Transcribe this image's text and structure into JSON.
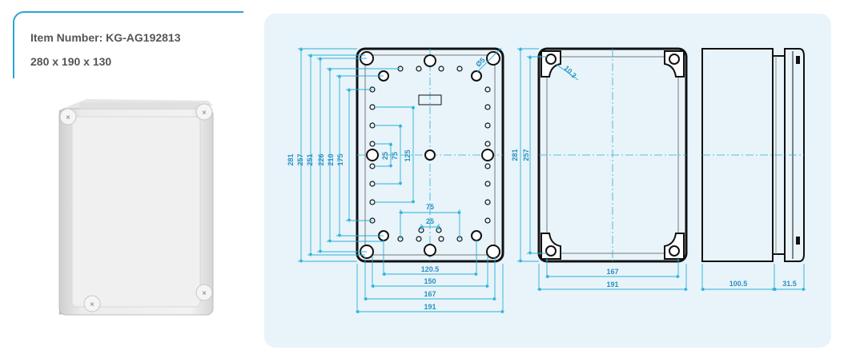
{
  "product": {
    "item_number": "Item Number: KG-AG192813",
    "size": "280 x 190 x 130"
  },
  "drawing": {
    "front_view": {
      "dim_vertical": [
        "281",
        "257",
        "251",
        "226",
        "210",
        "175"
      ],
      "dim_inner": [
        "25",
        "75",
        "125"
      ],
      "dim_horizontal": [
        "120.5",
        "150",
        "167",
        "191"
      ],
      "dim_top": [
        "75",
        "25"
      ],
      "hole_diameter": "Ø5"
    },
    "back_view": {
      "dim_vertical": [
        "281",
        "257"
      ],
      "dim_horizontal": [
        "167",
        "191"
      ],
      "corner_radius": "10.3"
    },
    "side_view": {
      "dim_horizontal": [
        "100.5",
        "31.5"
      ]
    }
  }
}
